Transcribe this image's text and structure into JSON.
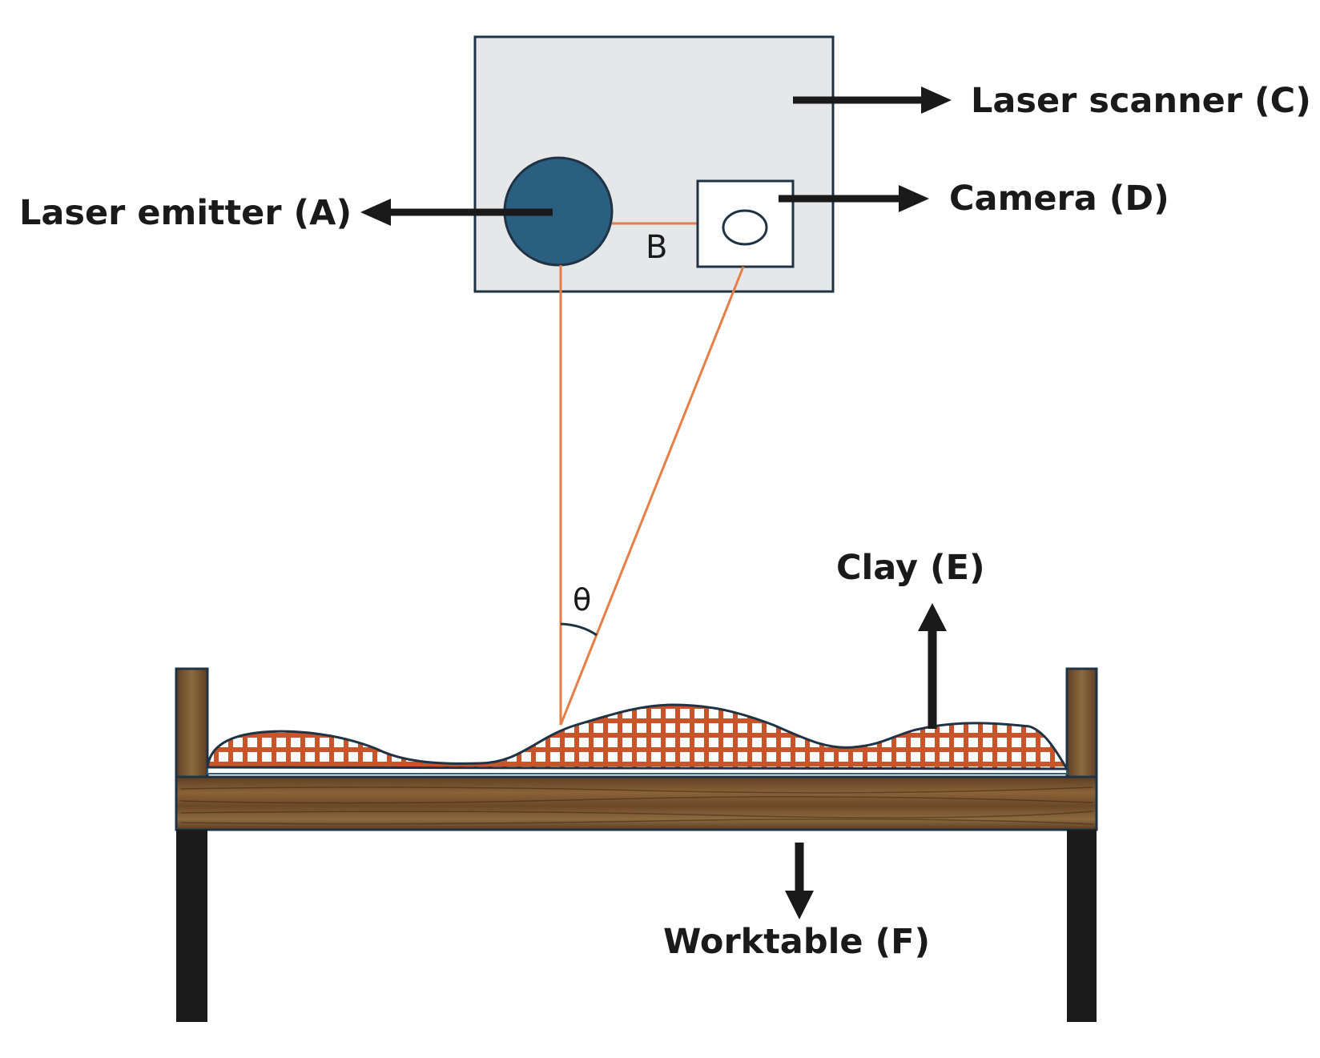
{
  "labels": {
    "laser_scanner": "Laser scanner (C)",
    "laser_emitter": "Laser emitter (A)",
    "camera": "Camera (D)",
    "baseline": "B",
    "angle": "θ",
    "clay": "Clay (E)",
    "worktable": "Worktable (F)"
  },
  "colors": {
    "scanner_body": "#e6e7e9",
    "outline": "#1f3345",
    "emitter": "#2b5f80",
    "laser_beam": "#e67e45",
    "clay_grid": "#c8552a",
    "wood": "#7a5533",
    "table_legs": "#1b1b1b"
  },
  "icons": [
    "laser-emitter-icon",
    "camera-lens-icon"
  ]
}
